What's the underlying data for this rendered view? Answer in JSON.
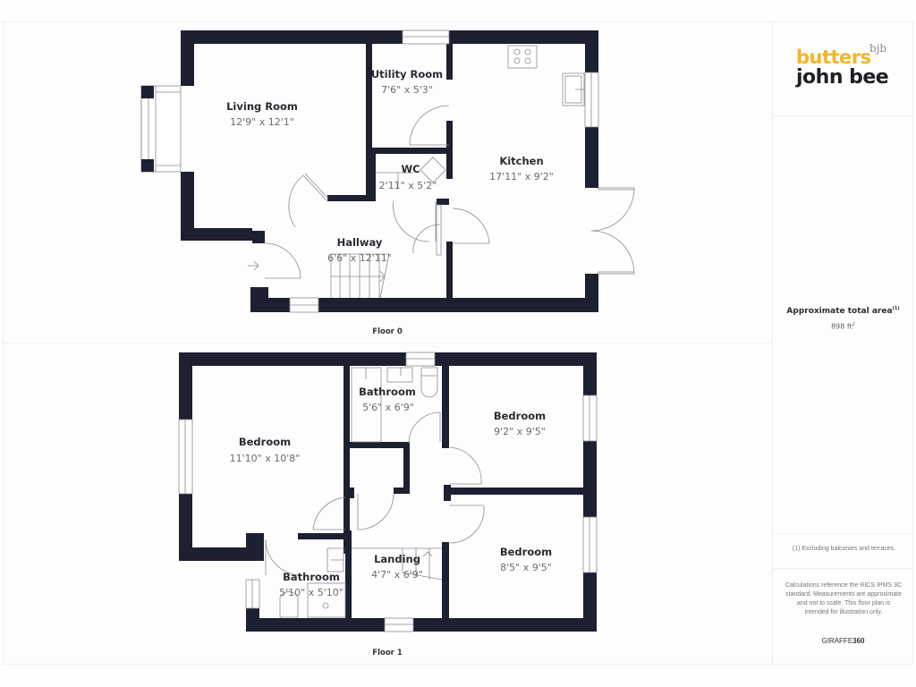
{
  "branding": {
    "logo_top": "butters",
    "logo_superscript": "bjb",
    "logo_bottom": "john bee",
    "logo_top_color": "#f6b523",
    "logo_bottom_color": "#1f1f24"
  },
  "summary": {
    "area_title": "Approximate total area",
    "area_footnote_marker": "(1)",
    "area_value": "898 ft",
    "area_unit_sup": "2",
    "footnote": "(1) Excluding balconies and terraces",
    "disclaimer": "Calculations reference the RICS IPMS 3C standard. Measurements are approximate and not to scale. This floor plan is intended for illustration only.",
    "brand_light": "GIRAFFE",
    "brand_bold": "360"
  },
  "colors": {
    "wall": "#1c2030",
    "background": "#fefdfe",
    "frame_border": "#efedf0"
  },
  "floors": [
    {
      "label": "Floor 0",
      "rooms": [
        {
          "name": "Living Room",
          "dimensions": "12'9\" x 12'1\""
        },
        {
          "name": "Utility Room",
          "dimensions": "7'6\" x 5'3\""
        },
        {
          "name": "Kitchen",
          "dimensions": "17'11\" x 9'2\""
        },
        {
          "name": "WC",
          "dimensions": "2'11\" x 5'2\""
        },
        {
          "name": "Hallway",
          "dimensions": "6'6\" x 12'11\""
        }
      ]
    },
    {
      "label": "Floor 1",
      "rooms": [
        {
          "name": "Bedroom",
          "dimensions": "11'10\" x 10'8\""
        },
        {
          "name": "Bathroom",
          "dimensions": "5'6\" x 6'9\""
        },
        {
          "name": "Bedroom",
          "dimensions": "9'2\" x 9'5\""
        },
        {
          "name": "Bedroom",
          "dimensions": "8'5\" x 9'5\""
        },
        {
          "name": "Landing",
          "dimensions": "4'7\" x 6'9\""
        },
        {
          "name": "Bathroom",
          "dimensions": "5'10\" x 5'10\""
        }
      ]
    }
  ]
}
